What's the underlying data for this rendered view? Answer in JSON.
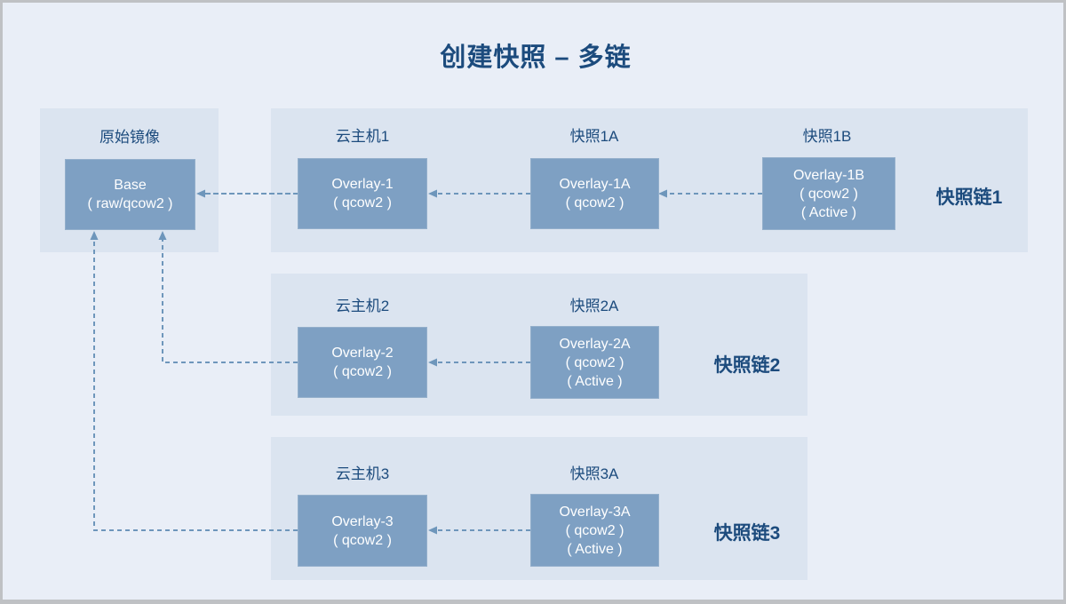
{
  "title": "创建快照 – 多链",
  "colors": {
    "background": "#e9eef7",
    "panel": "#dbe4f0",
    "node_fill": "#7ea0c3",
    "node_text": "#ffffff",
    "dark_text": "#1c4b7d",
    "connector": "#6e96bb",
    "outer_border": "#bfc1c4"
  },
  "base": {
    "panel_label": "原始镜像",
    "node_lines": [
      "Base",
      "( raw/qcow2 )"
    ]
  },
  "chains": [
    {
      "label": "快照链1",
      "columns": [
        {
          "header": "云主机1",
          "node_lines": [
            "Overlay-1",
            "( qcow2 )"
          ]
        },
        {
          "header": "快照1A",
          "node_lines": [
            "Overlay-1A",
            "( qcow2 )"
          ]
        },
        {
          "header": "快照1B",
          "node_lines": [
            "Overlay-1B",
            "( qcow2 )",
            "( Active )"
          ]
        }
      ]
    },
    {
      "label": "快照链2",
      "columns": [
        {
          "header": "云主机2",
          "node_lines": [
            "Overlay-2",
            "( qcow2 )"
          ]
        },
        {
          "header": "快照2A",
          "node_lines": [
            "Overlay-2A",
            "( qcow2 )",
            "( Active )"
          ]
        }
      ]
    },
    {
      "label": "快照链3",
      "columns": [
        {
          "header": "云主机3",
          "node_lines": [
            "Overlay-3",
            "( qcow2 )"
          ]
        },
        {
          "header": "快照3A",
          "node_lines": [
            "Overlay-3A",
            "( qcow2 )",
            "( Active )"
          ]
        }
      ]
    }
  ]
}
